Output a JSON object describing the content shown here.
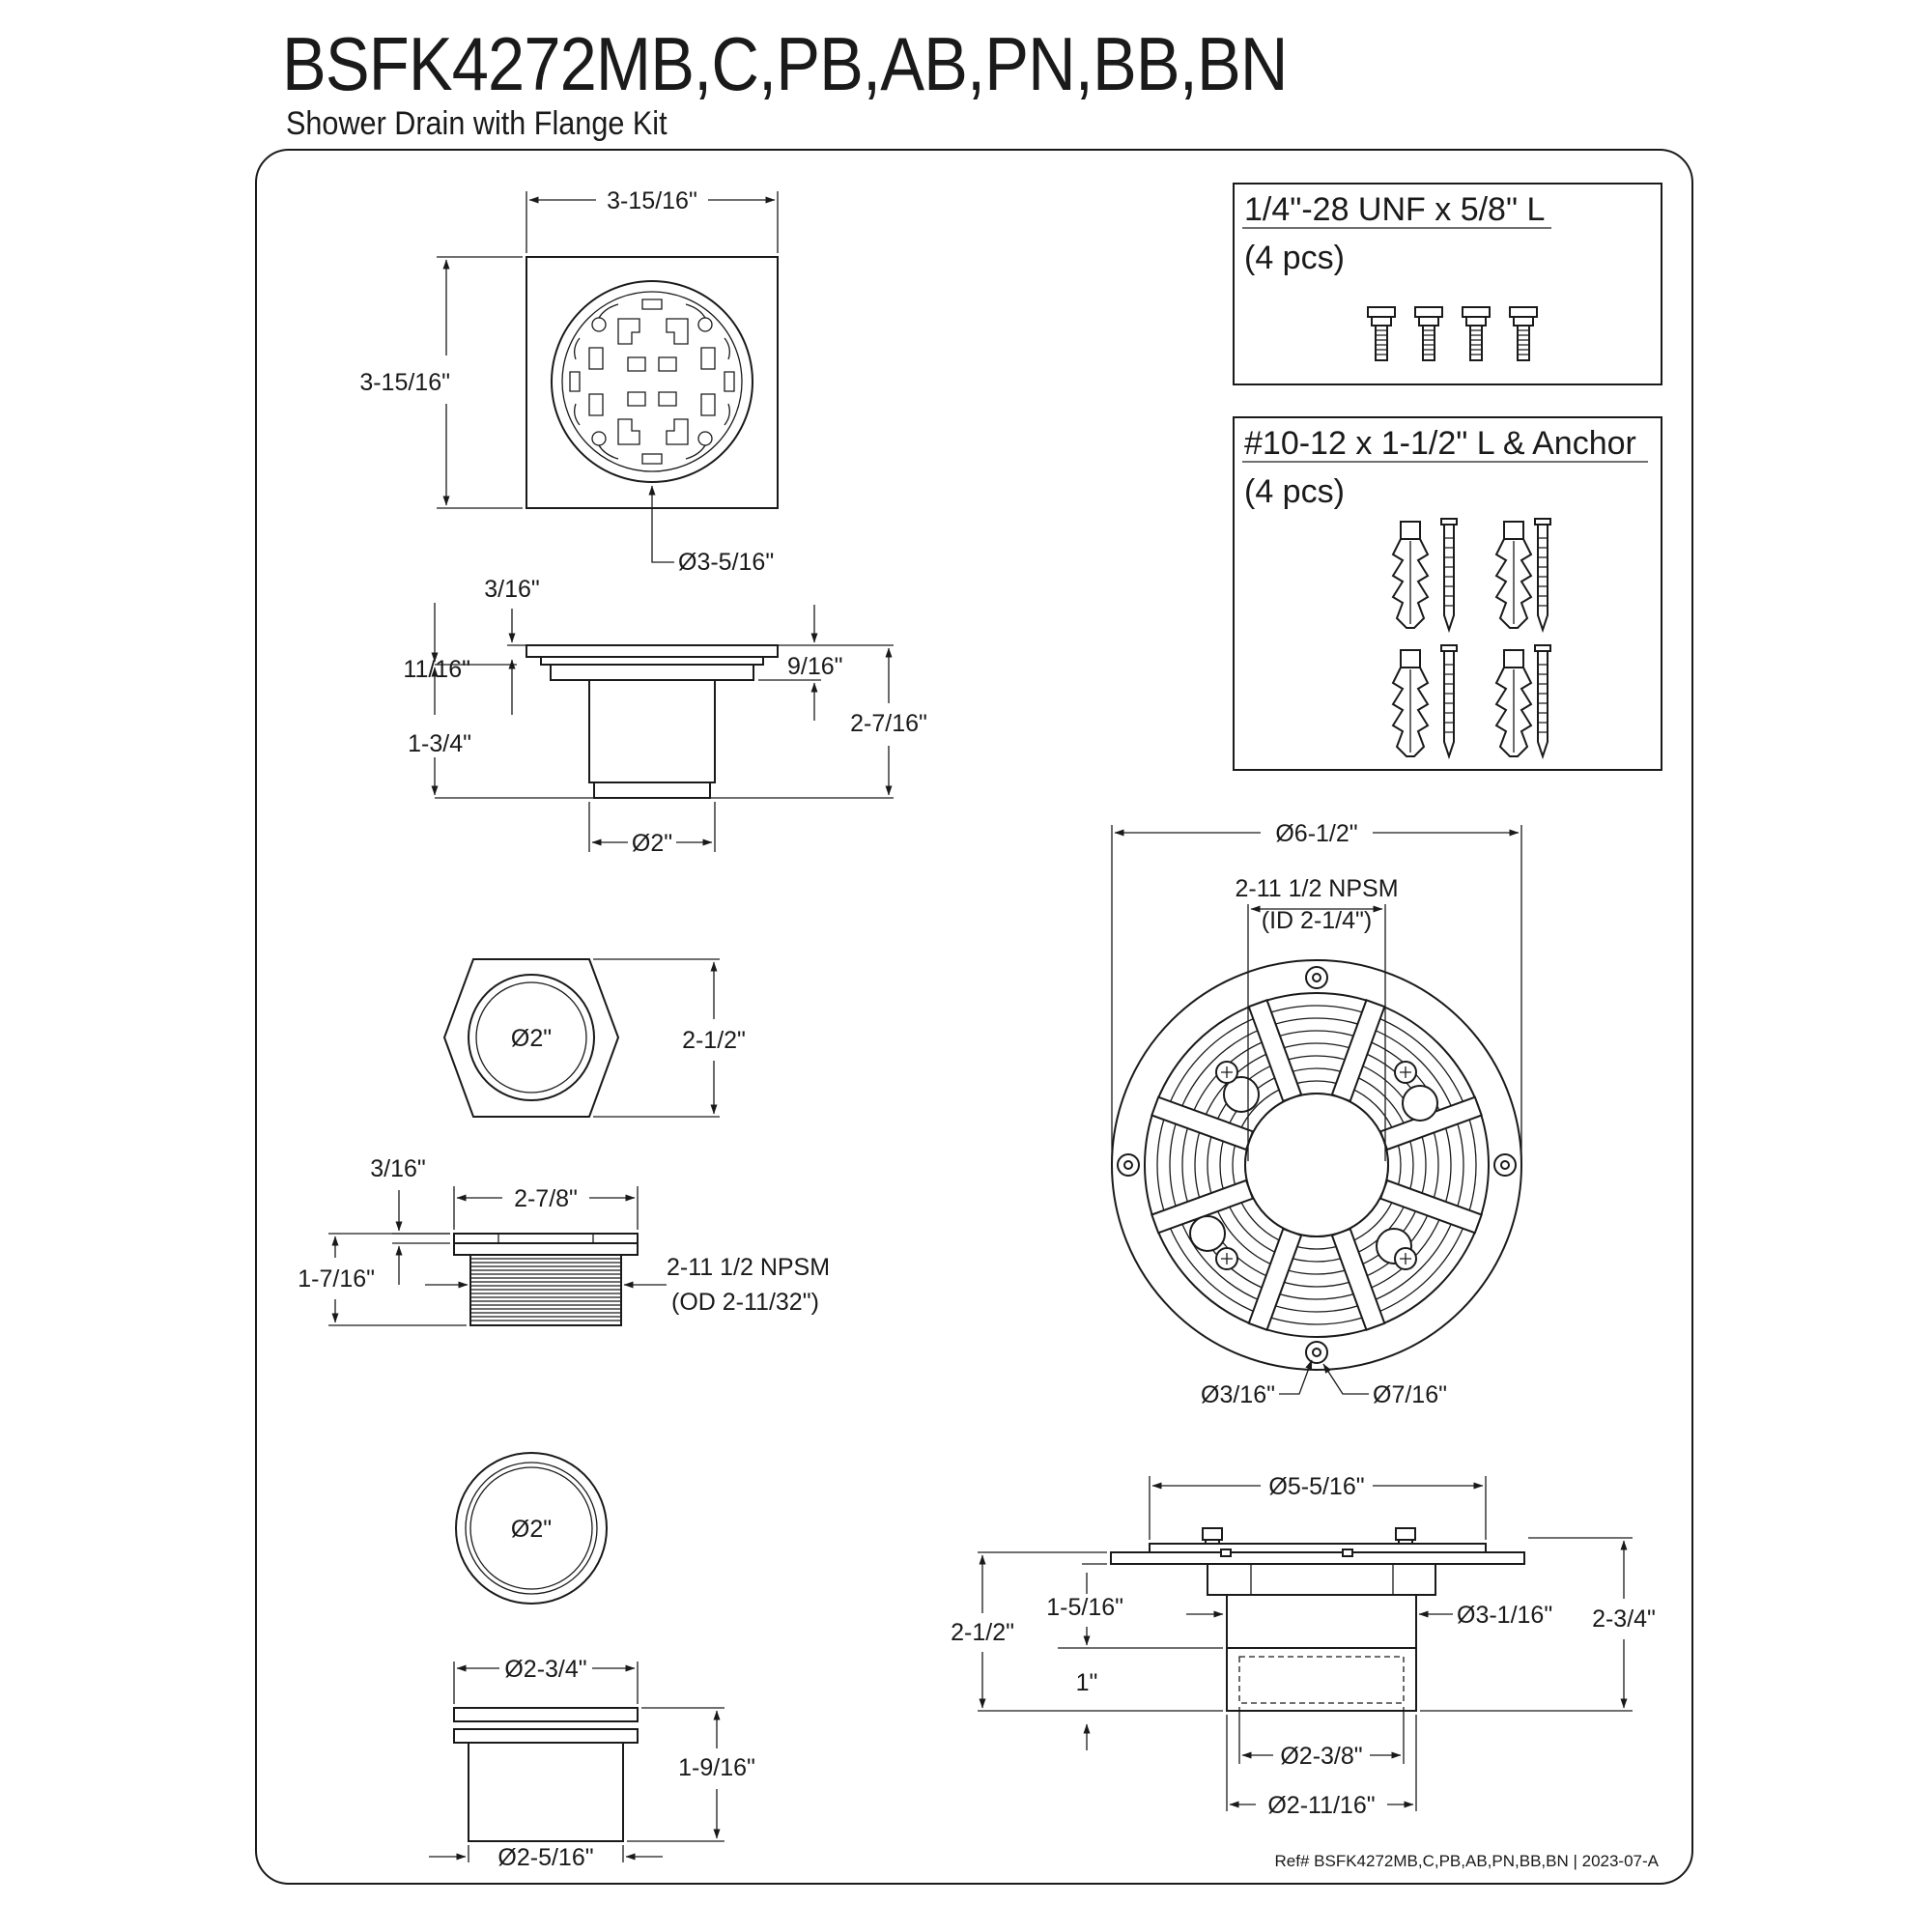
{
  "header": {
    "title": "BSFK4272MB,C,PB,AB,PN,BB,BN",
    "subtitle": "Shower Drain with Flange Kit"
  },
  "hardware": {
    "screws": {
      "spec": "1/4\"-28 UNF x 5/8\" L",
      "qty": "(4 pcs)"
    },
    "anchors": {
      "spec": "#10-12 x 1-1/2\" L & Anchor",
      "qty": "(4 pcs)"
    }
  },
  "grate_top": {
    "width": "3-15/16\"",
    "height": "3-15/16\"",
    "diameter": "Ø3-5/16\""
  },
  "grate_side": {
    "top": "3/16\"",
    "step": "11/16\"",
    "right_step": "9/16\"",
    "body": "1-3/4\"",
    "total": "2-7/16\"",
    "outlet": "Ø2\""
  },
  "hex_nut": {
    "bore": "Ø2\"",
    "across": "2-1/2\""
  },
  "adapter": {
    "top": "3/16\"",
    "width": "2-7/8\"",
    "height": "1-7/16\"",
    "thread": "2-11 1/2 NPSM",
    "thread_od": "(OD 2-11/32\")"
  },
  "ring_top": {
    "bore": "Ø2\""
  },
  "ring_side": {
    "width": "Ø2-3/4\"",
    "height": "1-9/16\"",
    "bottom": "Ø2-5/16\""
  },
  "flange_top": {
    "diameter": "Ø6-1/2\"",
    "thread": "2-11 1/2 NPSM",
    "thread_id": "(ID 2-1/4\")",
    "hole": "Ø3/16\"",
    "boss": "Ø7/16\""
  },
  "flange_side": {
    "width": "Ø5-5/16\"",
    "upper": "1-5/16\"",
    "body_od": "Ø3-1/16\"",
    "left_total": "2-1/2\"",
    "right_total": "2-3/4\"",
    "lower": "1\"",
    "inner": "Ø2-3/8\"",
    "outer": "Ø2-11/16\""
  },
  "footer": {
    "ref": "Ref# BSFK4272MB,C,PB,AB,PN,BB,BN | 2023-07-A"
  }
}
